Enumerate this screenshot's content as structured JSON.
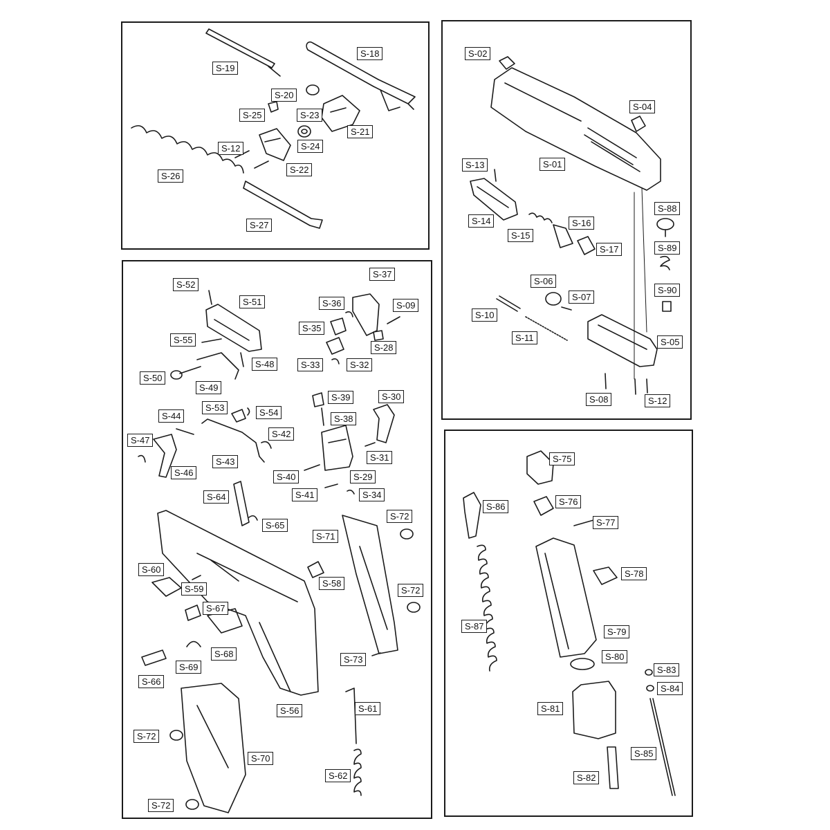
{
  "colors": {
    "ink": "#1a1a1a",
    "paper": "#ffffff"
  },
  "panels": {
    "barrel": {
      "labels": [
        "S-18",
        "S-19",
        "S-20",
        "S-25",
        "S-23",
        "S-21",
        "S-12",
        "S-24",
        "S-22",
        "S-26",
        "S-27"
      ]
    },
    "slide": {
      "labels": [
        "S-02",
        "S-04",
        "S-01",
        "S-13",
        "S-14",
        "S-15",
        "S-16",
        "S-17",
        "S-88",
        "S-89",
        "S-90",
        "S-06",
        "S-07",
        "S-10",
        "S-11",
        "S-05",
        "S-08",
        "S-12"
      ]
    },
    "frame": {
      "labels": [
        "S-52",
        "S-51",
        "S-37",
        "S-36",
        "S-09",
        "S-35",
        "S-28",
        "S-55",
        "S-48",
        "S-33",
        "S-32",
        "S-50",
        "S-49",
        "S-39",
        "S-30",
        "S-53",
        "S-54",
        "S-44",
        "S-38",
        "S-42",
        "S-47",
        "S-43",
        "S-31",
        "S-46",
        "S-40",
        "S-29",
        "S-41",
        "S-34",
        "S-64",
        "S-65",
        "S-72",
        "S-71",
        "S-60",
        "S-59",
        "S-58",
        "S-72",
        "S-67",
        "S-68",
        "S-69",
        "S-66",
        "S-73",
        "S-56",
        "S-61",
        "S-72",
        "S-70",
        "S-62",
        "S-72"
      ]
    },
    "magazine": {
      "labels": [
        "S-75",
        "S-76",
        "S-86",
        "S-77",
        "S-78",
        "S-87",
        "S-79",
        "S-80",
        "S-83",
        "S-84",
        "S-81",
        "S-85",
        "S-82"
      ]
    }
  }
}
